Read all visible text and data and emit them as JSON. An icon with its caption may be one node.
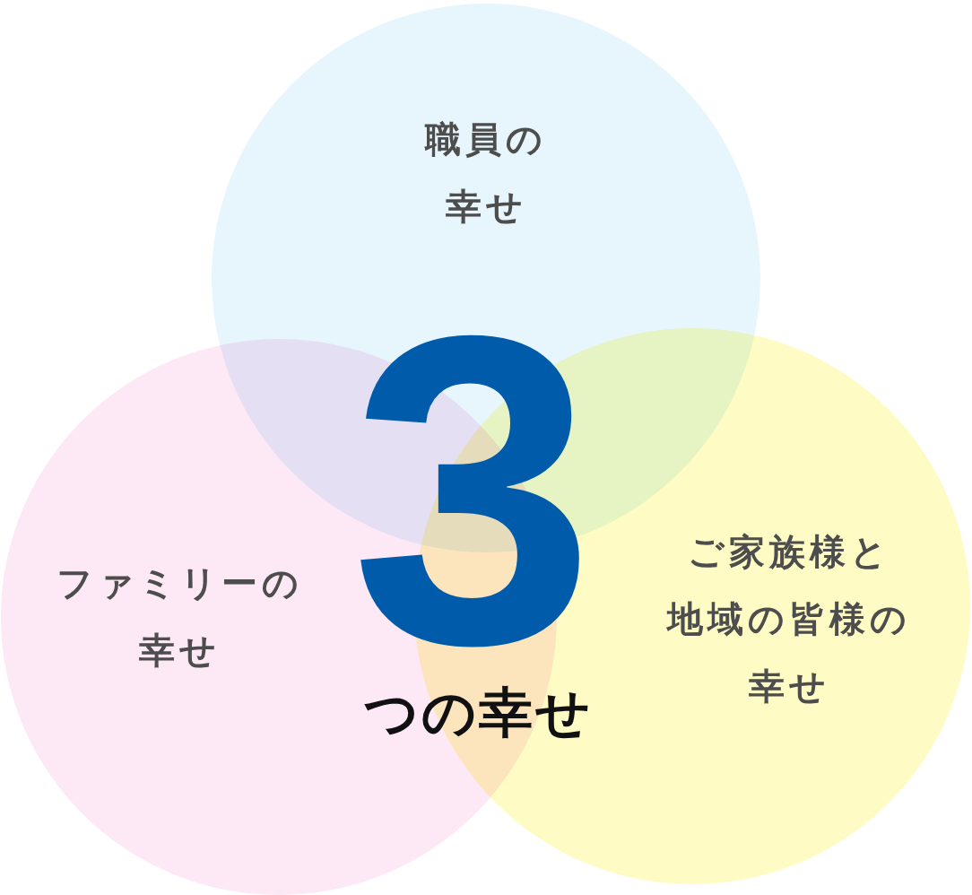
{
  "diagram": {
    "nodes": [
      {
        "text": [
          "職員の幸せ"
        ]
      },
      {
        "text": [
          "ファミリーの幸せ"
        ]
      },
      {
        "text": [
          "ご家族様と地域の皆様の幸せ"
        ]
      }
    ],
    "labels": [
      "3",
      "つの幸せ"
    ]
  }
}
